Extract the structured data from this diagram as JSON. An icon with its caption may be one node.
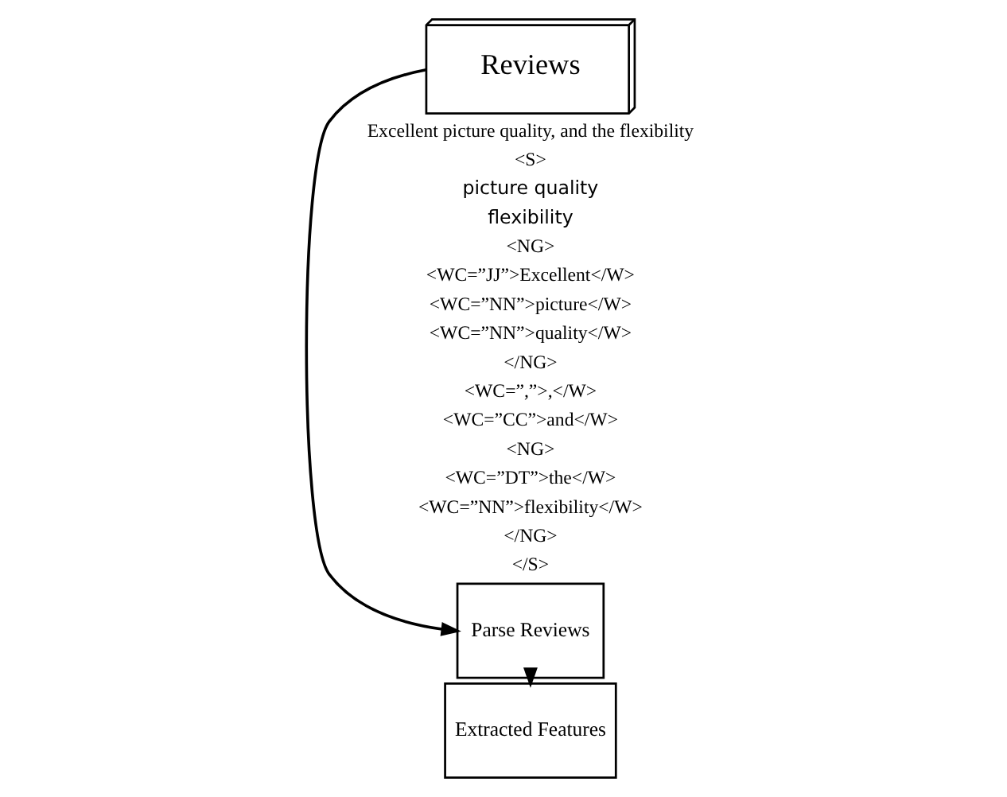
{
  "diagram": {
    "nodes": [
      {
        "text": [
          "Reviews"
        ]
      },
      {
        "text": [
          "Parse Reviews"
        ]
      },
      {
        "text": [
          "Extracted Features"
        ]
      }
    ],
    "edges": [
      {
        "from": 0,
        "to": 1,
        "arrow": "to"
      },
      {
        "from": 1,
        "to": 2,
        "arrow": "to"
      }
    ],
    "labels": [
      "Excellent picture quality, and the flexibility",
      "<S>",
      "<NG>",
      "<WC=”JJ”>Excellent</W>",
      "<WC=”NN”>picture</W>",
      "<WC=”NN”>quality</W>",
      "</NG>",
      "<WC=”,”>,</W>",
      "<WC=”CC”>and</W>",
      "<NG>",
      "<WC=”DT”>the</W>",
      "<WC=”NN”>flexibility</W>",
      "</NG>",
      "</S>",
      "picture quality",
      "flexibility"
    ]
  }
}
